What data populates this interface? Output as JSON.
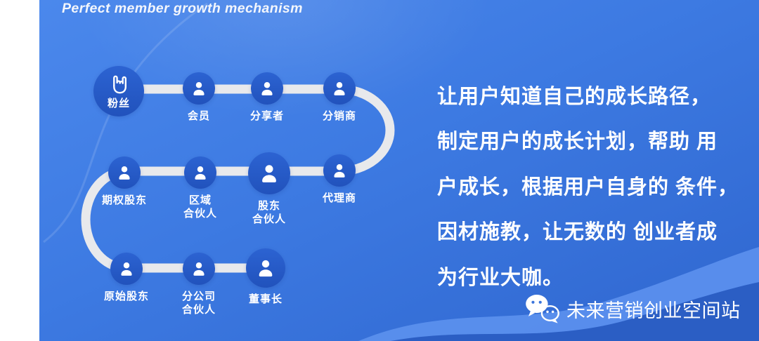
{
  "header": {
    "title": "Perfect member growth mechanism"
  },
  "flow": {
    "nodes": [
      {
        "id": "fans",
        "label": "粉丝",
        "icon": "rock-hand-icon"
      },
      {
        "id": "member",
        "label": "会员",
        "icon": "person-icon"
      },
      {
        "id": "sharer",
        "label": "分享者",
        "icon": "person-icon"
      },
      {
        "id": "distributor",
        "label": "分销商",
        "icon": "person-icon"
      },
      {
        "id": "agent",
        "label": "代理商",
        "icon": "person-icon"
      },
      {
        "id": "shareholder-partner",
        "label": "股东\n合伙人",
        "icon": "person-icon"
      },
      {
        "id": "regional-partner",
        "label": "区域\n合伙人",
        "icon": "person-icon"
      },
      {
        "id": "option-shareholder",
        "label": "期权股东",
        "icon": "person-icon"
      },
      {
        "id": "original-shareholder",
        "label": "原始股东",
        "icon": "person-icon"
      },
      {
        "id": "branch-partner",
        "label": "分公司\n合伙人",
        "icon": "person-icon"
      },
      {
        "id": "chairman",
        "label": "董事长",
        "icon": "person-icon"
      }
    ]
  },
  "body": {
    "lines": [
      "让用户知道自己的成长路径，",
      "制定用户的成长计划，帮助 用",
      "户成长，根据用户自身的 条件，",
      "因材施教，让无数的 创业者成",
      "为行业大咖。"
    ]
  },
  "footer": {
    "brand": "未来营销创业空间站"
  },
  "colors": {
    "panel_top": "#4b88ec",
    "panel_bottom": "#2f66cf",
    "node_fill": "#2457c0",
    "connector": "#e8e9ec",
    "wave_light": "#5c91ee",
    "wave_dark": "#2b5ec4",
    "text": "#ffffff"
  }
}
